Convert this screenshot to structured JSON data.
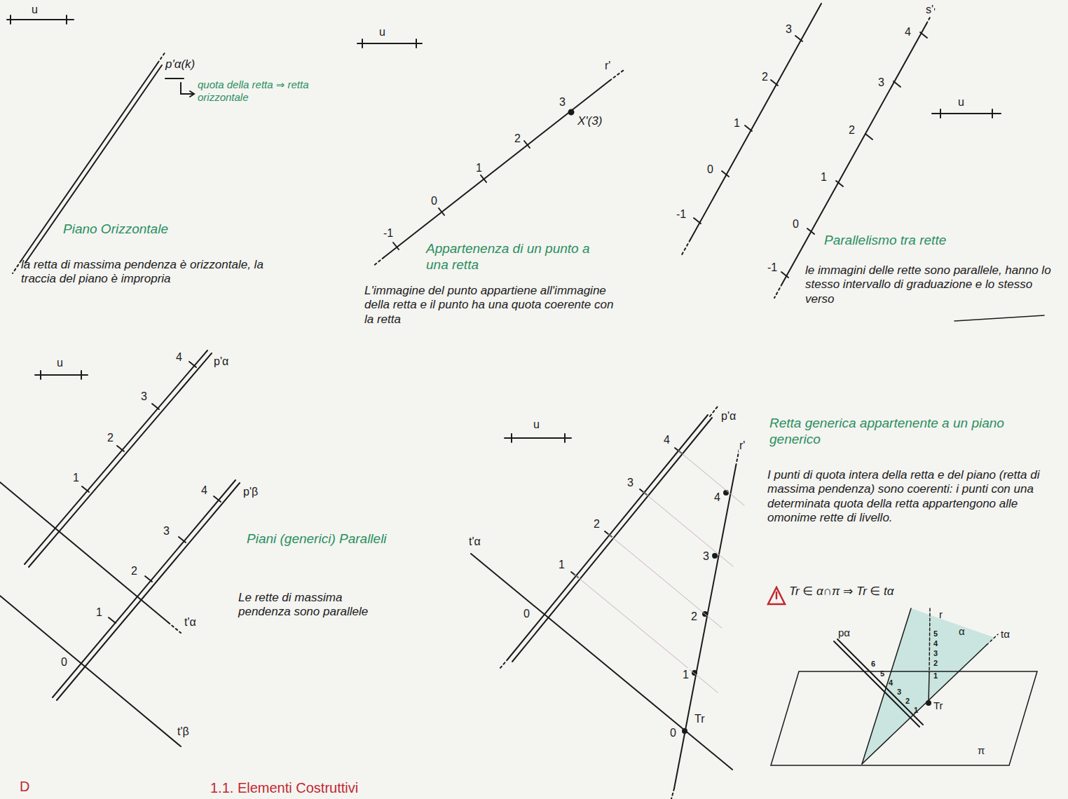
{
  "diagram": {
    "labels": [
      "u",
      "p'α(k)",
      "quota della retta ⇒ retta orizzontale",
      "Piano Orizzontale",
      "la retta di massima pendenza è orizzontale, la traccia del piano è impropria",
      "u",
      "r'",
      "3",
      "X'(3)",
      "2",
      "1",
      "0",
      "-1",
      "Appartenenza di un punto a una retta",
      "L'immagine del punto appartiene all'immagine della retta e il punto ha una quota coerente con la retta",
      "3",
      "2",
      "1",
      "0",
      "-1",
      "s'",
      "4",
      "3",
      "2",
      "1",
      "0",
      "-1",
      "u",
      "Parallelismo tra rette",
      "le immagini delle rette sono parallele, hanno lo stesso intervallo di graduazione e lo stesso verso",
      "u",
      "4",
      "3",
      "2",
      "1",
      "p'α",
      "4",
      "3",
      "2",
      "1",
      "0",
      "p'β",
      "t'α",
      "t'β",
      "Piani (generici) Paralleli",
      "Le rette di massima pendenza sono parallele",
      "u",
      "p'α",
      "r'",
      "4",
      "3",
      "2",
      "1",
      "0",
      "t'α",
      "4",
      "3",
      "2",
      "1",
      "0",
      "Tr",
      "Retta generica appartenente a un piano generico",
      "I punti di quota intera della retta e del piano (retta di massima pendenza) sono coerenti: i punti con una determinata quota della retta appartengono alle omonime rette di livello.",
      "Tr ∈ α∩π ⇒ Tr ∈ tα",
      "pα",
      "r",
      "α",
      "tα",
      "Tr",
      "π",
      "6",
      "5",
      "4",
      "3",
      "2",
      "1",
      "5",
      "4",
      "3",
      "2",
      "1",
      "D",
      "1.1. Elementi Costruttivi"
    ]
  }
}
